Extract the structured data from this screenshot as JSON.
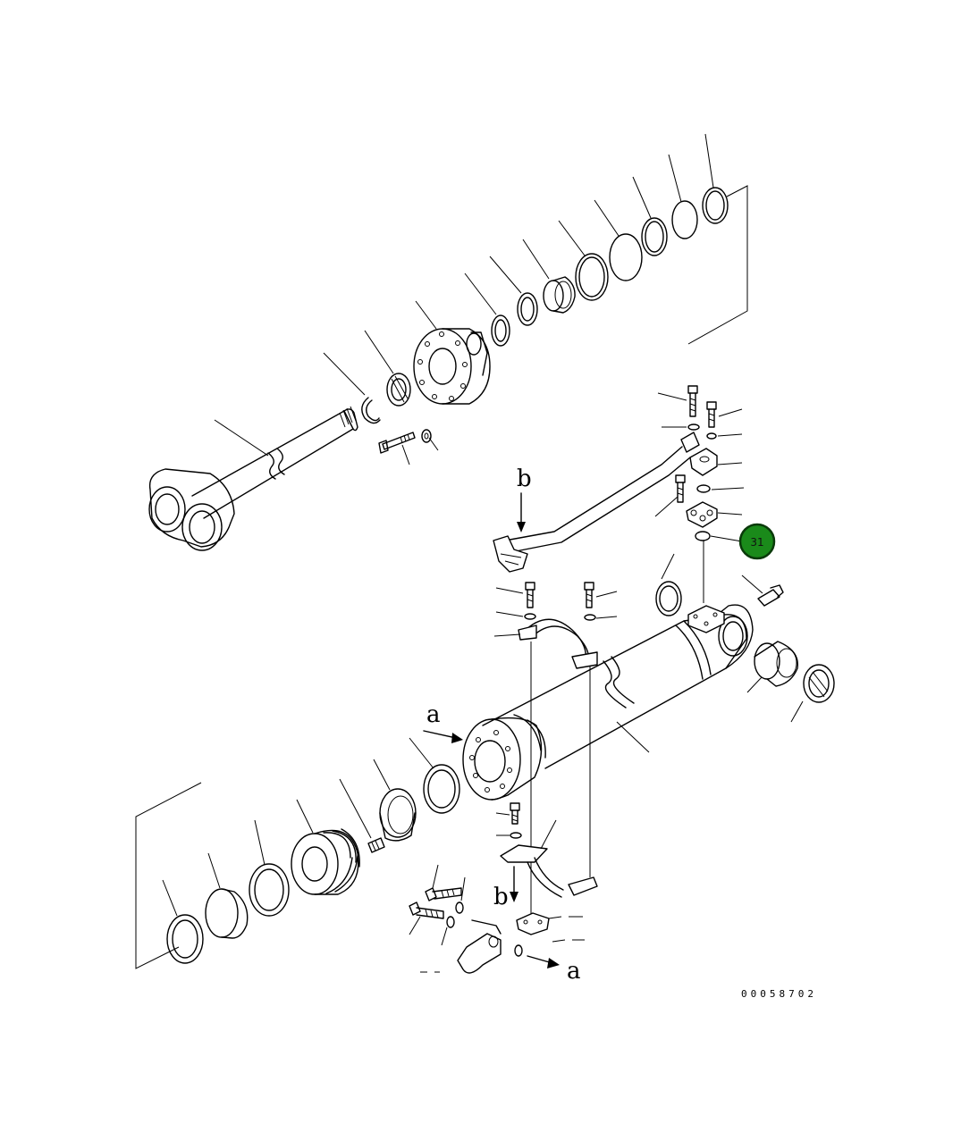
{
  "diagram": {
    "view_labels": {
      "a_top": "a",
      "b_top": "b",
      "b_bottom": "b",
      "a_bottom": "a"
    },
    "highlighted_callout": {
      "number": "31",
      "fill_color": "#1a8a1a",
      "border_color": "#0a3a0a"
    },
    "drawing_code": "00058702",
    "icons": [
      "arrow-icon"
    ]
  }
}
